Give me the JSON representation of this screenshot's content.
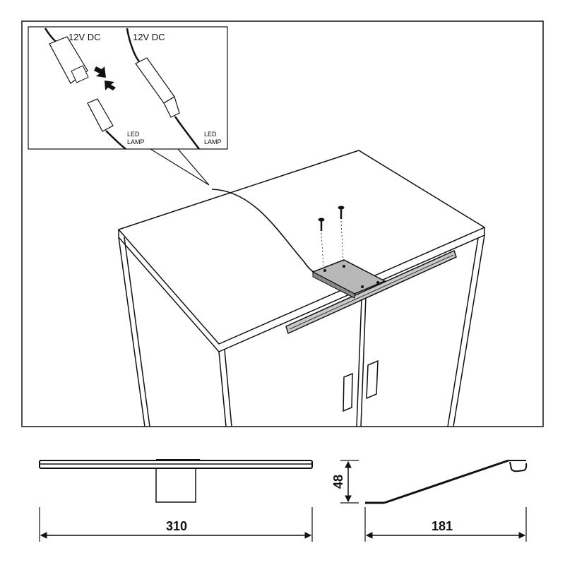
{
  "inset": {
    "left_power_label": "12V DC",
    "right_power_label": "12V DC",
    "left_lamp_label_line1": "LED",
    "left_lamp_label_line2": "LAMP",
    "right_lamp_label_line1": "LED",
    "right_lamp_label_line2": "LAMP"
  },
  "dimensions": {
    "width": "310",
    "height": "48",
    "depth": "181"
  },
  "colors": {
    "line": "#111111",
    "plate": "#b8b8b8",
    "lamp_bar": "#c8c8c8"
  }
}
